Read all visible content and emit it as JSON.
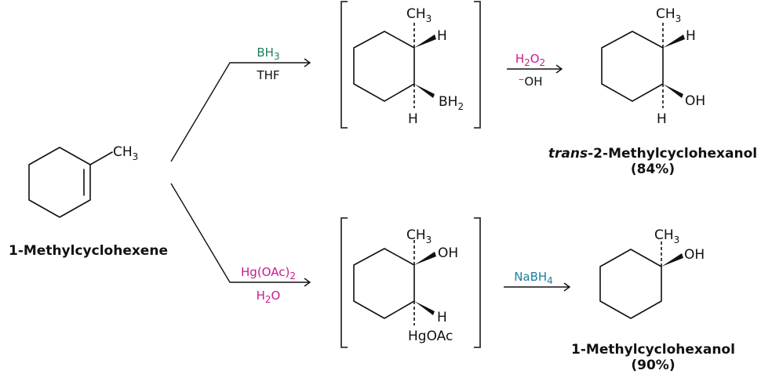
{
  "colors": {
    "borane_green": "#1a8060",
    "oxy_magenta": "#cc1a8c",
    "reductant_teal": "#1a7fa0",
    "bond_black": "#111111"
  },
  "starting_material": {
    "name": "1-Methylcyclohexene",
    "substituent": "CH3"
  },
  "top_pathway": {
    "step1": {
      "reagent_above": "BH3",
      "reagent_below": "THF"
    },
    "intermediate": {
      "top_group": "CH3",
      "wedge_top": "H",
      "wedge_bottom": "BH2",
      "dash_bottom": "H"
    },
    "step2": {
      "reagent_above": "H2O2",
      "reagent_below": "⁻OH"
    },
    "product": {
      "name_italic": "trans",
      "name_rest": "-2-Methylcyclohexanol",
      "yield": "(84%)",
      "top_group": "CH3",
      "wedge_top": "H",
      "wedge_bottom": "OH",
      "dash_bottom": "H"
    }
  },
  "bottom_pathway": {
    "step1": {
      "reagent_above": "Hg(OAc)2",
      "reagent_below": "H2O"
    },
    "intermediate": {
      "top_group": "CH3",
      "wedge_top": "OH",
      "wedge_bottom": "H",
      "dash_bottom": "HgOAc"
    },
    "step2": {
      "reagent_above": "NaBH4"
    },
    "product": {
      "name": "1-Methylcyclohexanol",
      "yield": "(90%)",
      "top_group": "CH3",
      "wedge_top": "OH"
    }
  }
}
